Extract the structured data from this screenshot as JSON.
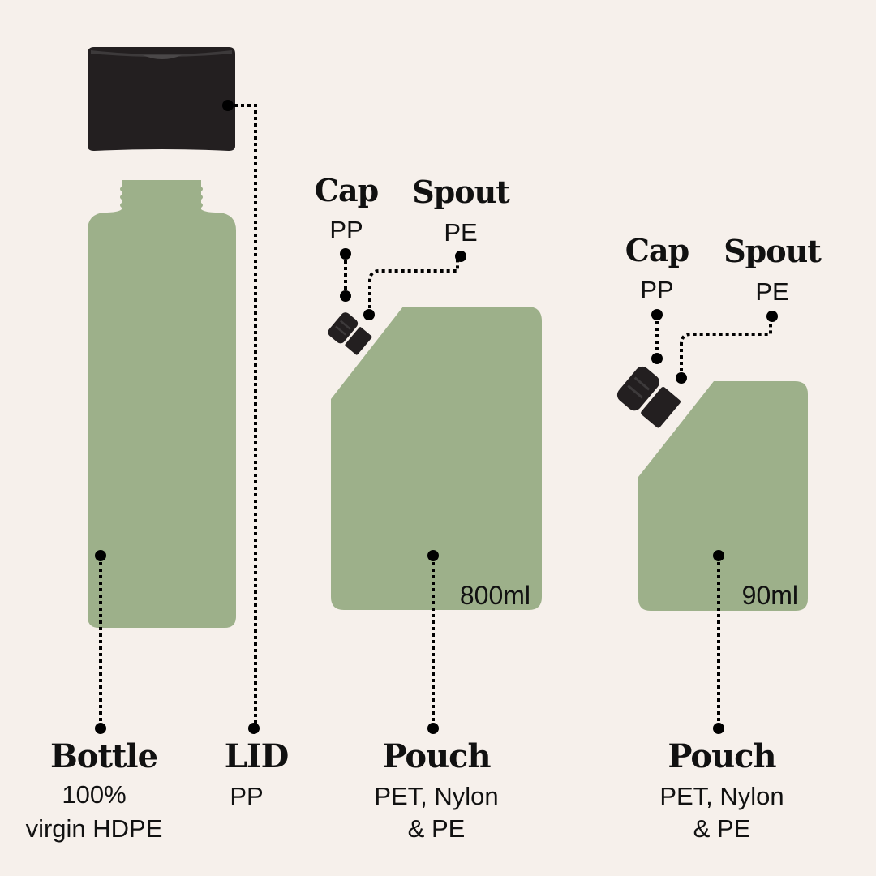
{
  "colors": {
    "background": "#f6f0eb",
    "product_green": "#9db08a",
    "part_black": "#231f20"
  },
  "bottle": {
    "title": "Bottle",
    "material_line1": "100%",
    "material_line2": "virgin HDPE"
  },
  "lid": {
    "title": "LID",
    "material": "PP"
  },
  "pouch_large": {
    "title": "Pouch",
    "material_line1": "PET, Nylon",
    "material_line2": "& PE",
    "volume": "800ml",
    "cap": {
      "title": "Cap",
      "material": "PP"
    },
    "spout": {
      "title": "Spout",
      "material": "PE"
    }
  },
  "pouch_small": {
    "title": "Pouch",
    "material_line1": "PET, Nylon",
    "material_line2": "& PE",
    "volume": "90ml",
    "cap": {
      "title": "Cap",
      "material": "PP"
    },
    "spout": {
      "title": "Spout",
      "material": "PE"
    }
  }
}
